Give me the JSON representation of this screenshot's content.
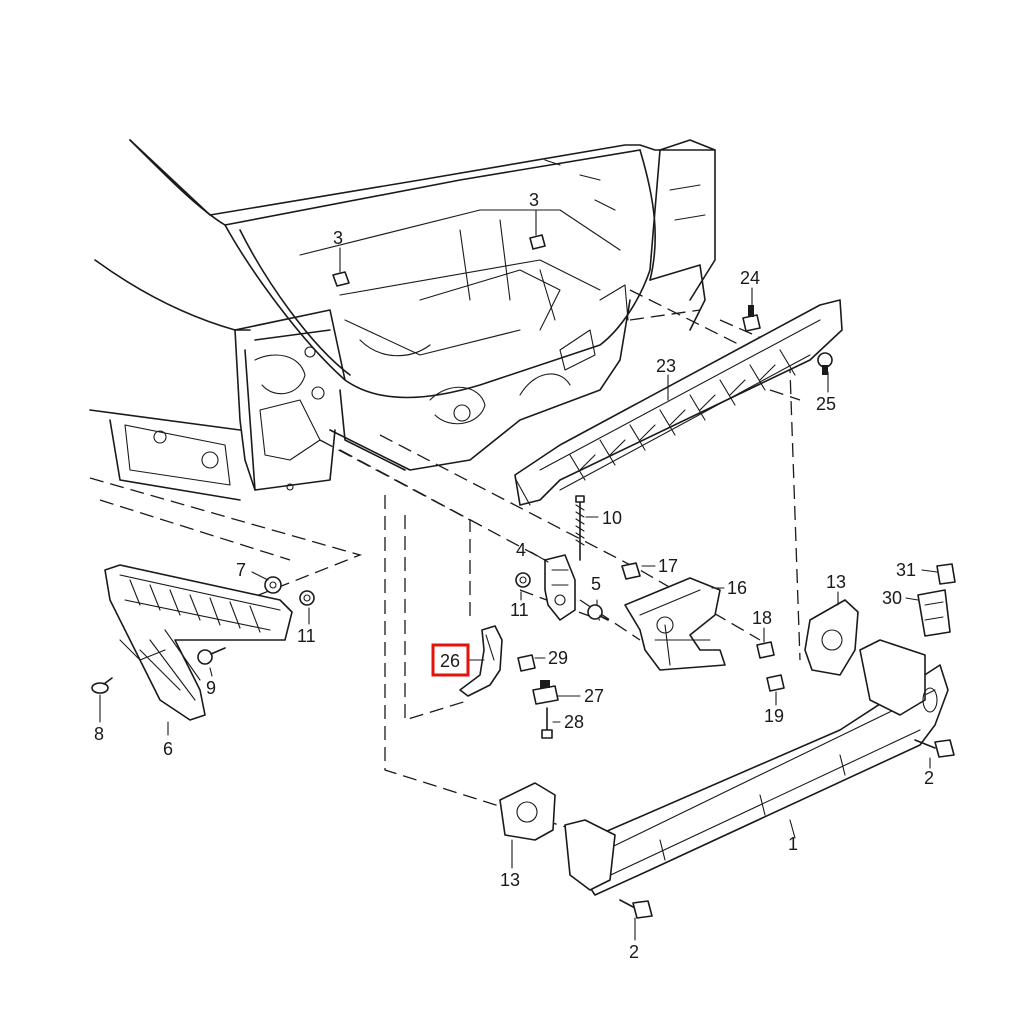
{
  "diagram": {
    "highlight_color": "#e3120b",
    "highlighted_callout": "26",
    "callouts": [
      {
        "id": "c3a",
        "text": "3"
      },
      {
        "id": "c3b",
        "text": "3"
      },
      {
        "id": "c24",
        "text": "24"
      },
      {
        "id": "c23",
        "text": "23"
      },
      {
        "id": "c25",
        "text": "25"
      },
      {
        "id": "c10",
        "text": "10"
      },
      {
        "id": "c4",
        "text": "4"
      },
      {
        "id": "c17",
        "text": "17"
      },
      {
        "id": "c5",
        "text": "5"
      },
      {
        "id": "c16",
        "text": "16"
      },
      {
        "id": "c11a",
        "text": "11"
      },
      {
        "id": "c7",
        "text": "7"
      },
      {
        "id": "c11b",
        "text": "11"
      },
      {
        "id": "c9",
        "text": "9"
      },
      {
        "id": "c8",
        "text": "8"
      },
      {
        "id": "c6",
        "text": "6"
      },
      {
        "id": "c26",
        "text": "26"
      },
      {
        "id": "c29",
        "text": "29"
      },
      {
        "id": "c27",
        "text": "27"
      },
      {
        "id": "c28",
        "text": "28"
      },
      {
        "id": "c18",
        "text": "18"
      },
      {
        "id": "c19",
        "text": "19"
      },
      {
        "id": "c13a",
        "text": "13"
      },
      {
        "id": "c31",
        "text": "31"
      },
      {
        "id": "c30",
        "text": "30"
      },
      {
        "id": "c2a",
        "text": "2"
      },
      {
        "id": "c1",
        "text": "1"
      },
      {
        "id": "c13b",
        "text": "13"
      },
      {
        "id": "c2b",
        "text": "2"
      }
    ]
  }
}
